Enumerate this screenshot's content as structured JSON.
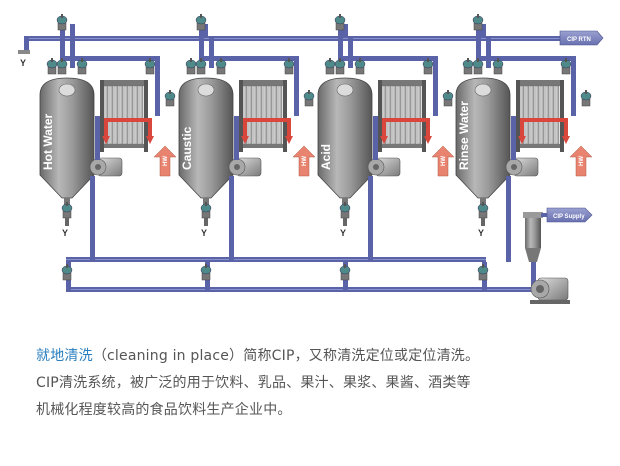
{
  "tanks": [
    {
      "label": "Hot Water"
    },
    {
      "label": "Caustic"
    },
    {
      "label": "Acid"
    },
    {
      "label": "Rinse Water"
    }
  ],
  "tags": {
    "return": "CIP RTN",
    "supply": "CIP Supply",
    "hx_marker": "HW"
  },
  "drain_mark": "Y",
  "caption": {
    "line1_highlight": "就地清洗",
    "line1_rest": "（cleaning in place）简称CIP，又称清洗定位或定位清洗。",
    "line2": "CIP清洗系统，被广泛的用于饮料、乳品、果汁、果浆、果酱、酒类等",
    "line3": "机械化程度较高的食品饮料生产企业中。"
  },
  "colors": {
    "pipe": "#5a63a8",
    "pipe_dark": "#3f4784",
    "tank_body": "#8c8c8c",
    "steam_red": "#d8463c",
    "arrow_pink": "#e8836f",
    "highlight_text": "#2a7fc0"
  }
}
